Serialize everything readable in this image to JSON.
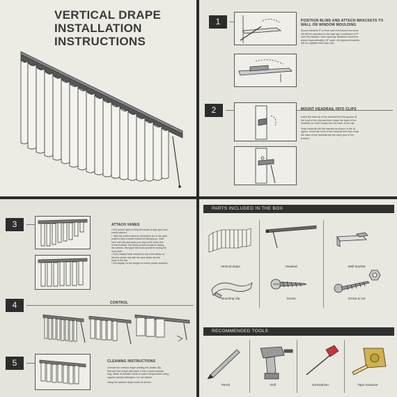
{
  "panel1": {
    "title_lines": [
      "VERTICAL DRAPE",
      "INSTALLATION",
      "INSTRUCTIONS"
    ]
  },
  "panel2": {
    "step1": {
      "number": "1",
      "heading_lines": [
        "POSITION BLIND AND ATTACH BRACKETS TO",
        "WALL OR WINDOW MOULDING"
      ],
      "body_lines": [
        "Mount brackets 5\" in from each end where the head",
        "rail will be mounted on the wall and a minimum of 5\"",
        "over the window / door opening. Brackets should be",
        "placed approximately 15\" apart. All required brackets",
        "will be supplied with each unit."
      ]
    },
    "step2": {
      "number": "2",
      "heading": "MOUNT HEADRAIL INTO CLIPS",
      "body_lines": [
        "Insert the front lip of the headrail into the groove at",
        "the front of the clip and then rotate the back of the",
        "headrail up until it snaps into the back of the clip.",
        "",
        "Snap headrail into the bracket as shown in the di-",
        "agram. Insert the front of the headrail first then snap",
        "the back of the headrail into the back part of the",
        "bracket."
      ]
    }
  },
  "panel3": {
    "step3": {
      "number": "3",
      "heading": "ATTACH VANES",
      "body_lines": [
        "• Pull control wand so that the shade is fully open and",
        "  evenly spaced.",
        "• Twist the control wand so all carriers are in the open",
        "  position (this is carrier should be facing you). Start",
        "  from one side and work your way to the other end",
        "  of the headrail. The fabric pocket should be facing",
        "  the carriers, the ripple fold hook should be facing the",
        "  room side.",
        "• Push molded hook headed on top of the fabric on",
        "  into the carrier clip until the vane clicks into the",
        "  hook of the clip.",
        "• Pull slightly on the hanger to ensure proper insertion"
      ]
    },
    "step4": {
      "number": "4",
      "heading": "CONTROL"
    },
    "step5": {
      "number": "5",
      "heading": "CLEANING INSTRUCTIONS",
      "body_lines": [
        "Unhook the vertical drape holding the plastic clip.",
        "Remove the drape and place it into a wash laundry",
        "bag. Wash at delicate cycle on warm temperature using",
        "regular laundry detergent. Do not bleach.",
        "",
        "Hang the washed drape back as shown."
      ]
    }
  },
  "panel4": {
    "parts_heading": "PARTS INCLUDED IN THE BOX",
    "parts": [
      "Vertical drape",
      "Headrail",
      "Wall bracket",
      "Mounting clip",
      "Screw",
      "Screw & nut"
    ],
    "tools_heading": "RECOMMENDED TOOLS",
    "tools": [
      "Pencil",
      "Drill",
      "Screwdriver",
      "Tape measure"
    ]
  }
}
